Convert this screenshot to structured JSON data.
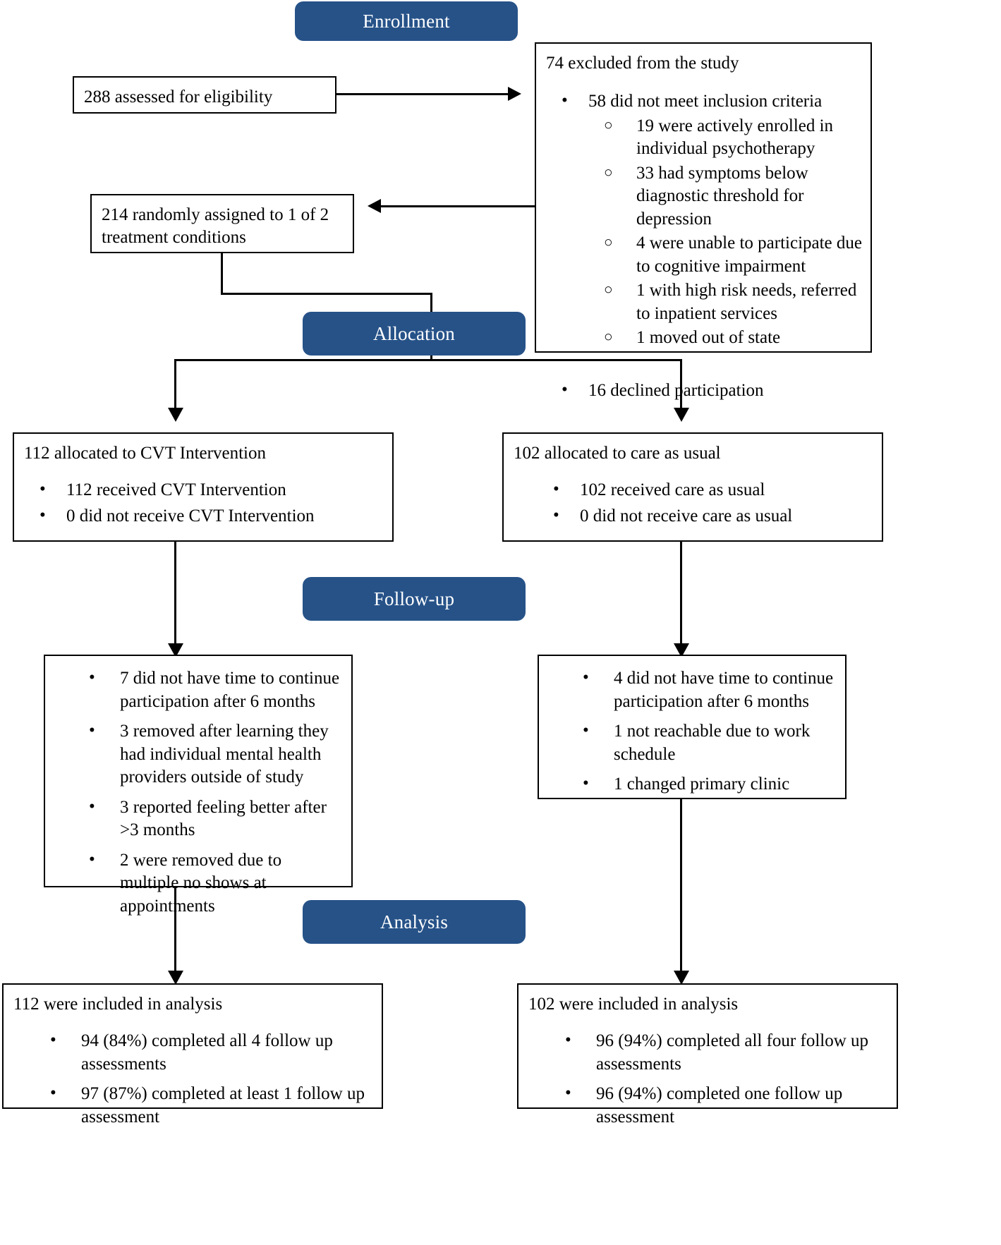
{
  "diagram": {
    "title": "CONSORT participant flow diagram",
    "accent_color": "#265288",
    "line_color": "#000000",
    "background_color": "#ffffff"
  },
  "stages": {
    "enrollment": "Enrollment",
    "allocation": "Allocation",
    "followup": "Follow-up",
    "analysis": "Analysis"
  },
  "enrollment": {
    "assessed": "288 assessed for eligibility",
    "randomized": "214 randomly assigned to 1 of 2 treatment conditions",
    "excluded": {
      "lead": "74 excluded from the study",
      "items": [
        {
          "text": "58 did not meet inclusion criteria",
          "sub": [
            "19 were actively enrolled in individual psychotherapy",
            "33 had symptoms below diagnostic threshold for depression",
            "4 were unable to participate due to cognitive impairment",
            "1 with high risk needs, referred to inpatient services",
            "1 moved out of state"
          ]
        },
        {
          "text": "16 declined participation",
          "sub": []
        }
      ]
    }
  },
  "allocation": {
    "left": {
      "lead": "112 allocated to CVT Intervention",
      "items": [
        "112 received CVT Intervention",
        "0 did not receive CVT Intervention"
      ]
    },
    "right": {
      "lead": "102 allocated to care as usual",
      "items": [
        "102 received care as usual",
        "0 did not receive care as usual"
      ]
    }
  },
  "followup": {
    "left": {
      "items": [
        "7 did not have time to continue participation after 6 months",
        "3 removed after learning they had individual mental health providers outside of study",
        "3 reported feeling better after >3 months",
        "2 were removed due to multiple no shows at appointments"
      ]
    },
    "right": {
      "items": [
        "4 did not have time to continue participation after 6 months",
        "1 not reachable due to work schedule",
        "1 changed primary clinic"
      ]
    }
  },
  "analysis": {
    "left": {
      "lead": "112 were included in analysis",
      "items": [
        "94 (84%) completed all 4 follow up assessments",
        "97 (87%) completed at least 1 follow up assessment"
      ]
    },
    "right": {
      "lead": "102 were included in analysis",
      "items": [
        "96 (94%) completed all four follow up assessments",
        "96 (94%) completed one follow up assessment"
      ]
    }
  },
  "glyphs": {
    "bullet_filled": "•",
    "bullet_hollow": "○"
  }
}
